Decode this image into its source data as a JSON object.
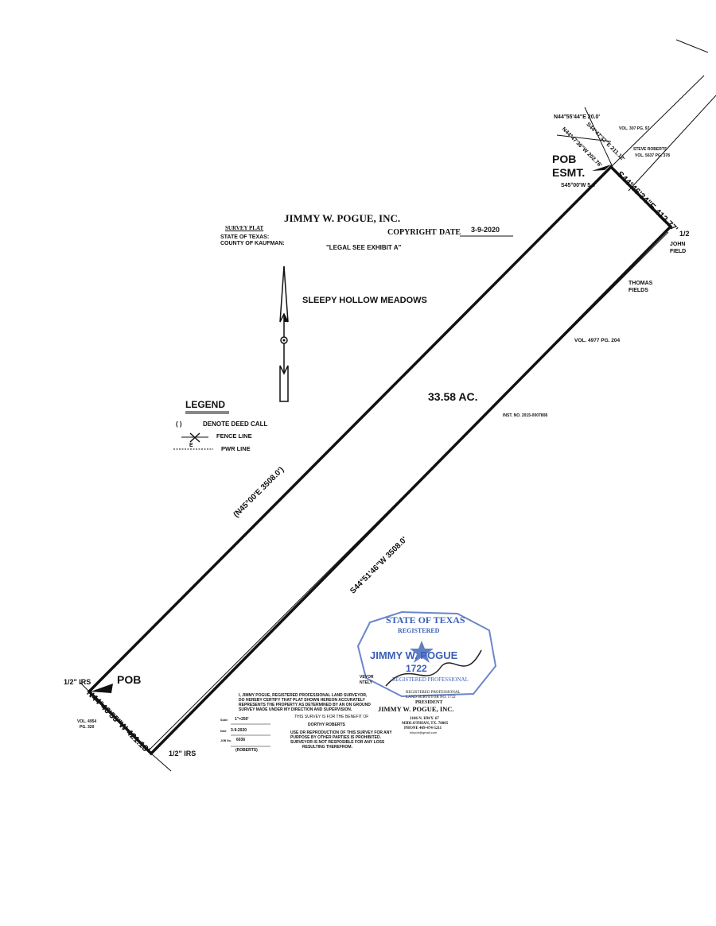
{
  "header": {
    "company": "JIMMY W. POGUE, INC.",
    "survey_plat": "SURVEY PLAT",
    "state": "STATE OF TEXAS:",
    "county": "COUNTY OF KAUFMAN:",
    "copyright": "COPYRIGHT",
    "date_label": "DATE",
    "date": "3-9-2020",
    "legal": "\"LEGAL SEE EXHIBIT A\""
  },
  "subdivision": "SLEEPY HOLLOW MEADOWS",
  "acreage": "33.58 AC.",
  "legend": {
    "title": "LEGEND",
    "deed_symbol": "(    )",
    "deed": "DENOTE DEED CALL",
    "fence": "FENCE LINE",
    "pwr": "PWR LINE",
    "pwr_symbol": "E"
  },
  "calls": {
    "northwest": "(N45°00'E 3508.0')",
    "southeast": "S44°51'46\"W 3508.0'",
    "northeast": "S44°46'34\"E 412.77'",
    "southwest": "N44°46'55\"W 421.18'",
    "esmt1": "N44°55'44\"E 20.0'",
    "esmt2": "S44°47'32\"E 211.12'",
    "esmt3": "N44°47'36\"W 202.76'",
    "esmt4": "S45°00'W 5.0'"
  },
  "labels": {
    "pob": "POB",
    "pob_esmt_1": "POB",
    "pob_esmt_2": "ESMT.",
    "irs_left": "1/2\" IRS",
    "irs_bottom": "1/2\" IRS",
    "irs_right": "1/2",
    "vol_307": "VOL. 307 PG. 97",
    "steve_1": "STEVE ROBERTS",
    "steve_2": "VOL. 5637 PG. 378",
    "john_1": "JOHN",
    "john_2": "FIELD",
    "thomas_1": "THOMAS",
    "thomas_2": "FIELDS",
    "vol_4977": "VOL. 4977 PG. 204",
    "inst": "INST. NO. 2015-0007808",
    "vol_4954_1": "VOL. 4954",
    "vol_4954_2": "PG. 320"
  },
  "certificate": {
    "line1": "I, JIMMY POGUE, REGISTERED PROFESSIONAL LAND SURVEYOR,",
    "line2": "DO HEREBY CERTIFY THAT PLAT SHOWN HEREON ACCURATELY",
    "line3": "REPRESENTS THE PROPERTY AS DETERMINED BY AN ON GROUND",
    "line4": "SURVEY MADE UNDER MY DIRECTION AND SUPERVISION.",
    "benefit": "THIS SURVEY IS FOR THE BENEFIT OF",
    "client": "DORTHY ROBERTS",
    "use1": "USE OR REPRODUCTION OF THIS SURVEY FOR ANY",
    "use2": "PURPOSE BY OTHER PARTIES IS PROHIBITED.",
    "use3": "SURVEYOR IS NOT RESPOSIBLE FOR ANY LOSS",
    "use4": "RESULTING THEREFROM."
  },
  "titleblock": {
    "scale_label": "Scale",
    "scale": "1\"=250'",
    "date_label": "Date",
    "date": "3-9-2020",
    "job_label": "JOB No.",
    "job": "6036",
    "client": "(ROBERTS)"
  },
  "surveyor": {
    "stamp_top": "STATE OF TEXAS",
    "stamp_sub": "REGISTERED",
    "stamp_name": "JIMMY W. POGUE",
    "stamp_no": "1722",
    "stamp_bottom": "REGISTERED PROFESSIONAL",
    "lic1": "REGISTERED PROFESSIONAL",
    "lic2": "LAND SURVEYOR NO. 1722",
    "title": "PRESIDENT",
    "company": "JIMMY W. POGUE, INC.",
    "addr1": "2106 N. HWY. 67",
    "addr2": "MIDLOTHIAN, TX. 76065",
    "phone": "PHONE 469-474-5211",
    "email": "tvhpoh@gmail.com",
    "stray1": "VEYOR",
    "stray2": "NTELY"
  },
  "colors": {
    "ink": "#111111",
    "stamp": "#3a5fb8"
  }
}
